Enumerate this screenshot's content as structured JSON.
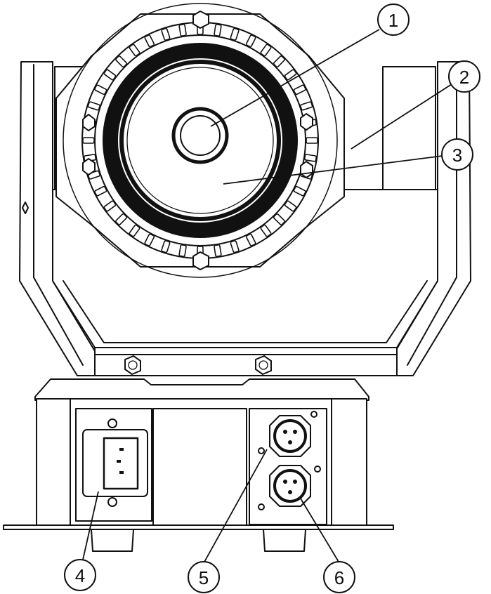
{
  "callouts": [
    {
      "id": "c1",
      "label": "1"
    },
    {
      "id": "c2",
      "label": "2"
    },
    {
      "id": "c3",
      "label": "3"
    },
    {
      "id": "c4",
      "label": "4"
    },
    {
      "id": "c5",
      "label": "5"
    },
    {
      "id": "c6",
      "label": "6"
    }
  ],
  "colors": {
    "line": "#111111",
    "background": "#ffffff"
  }
}
